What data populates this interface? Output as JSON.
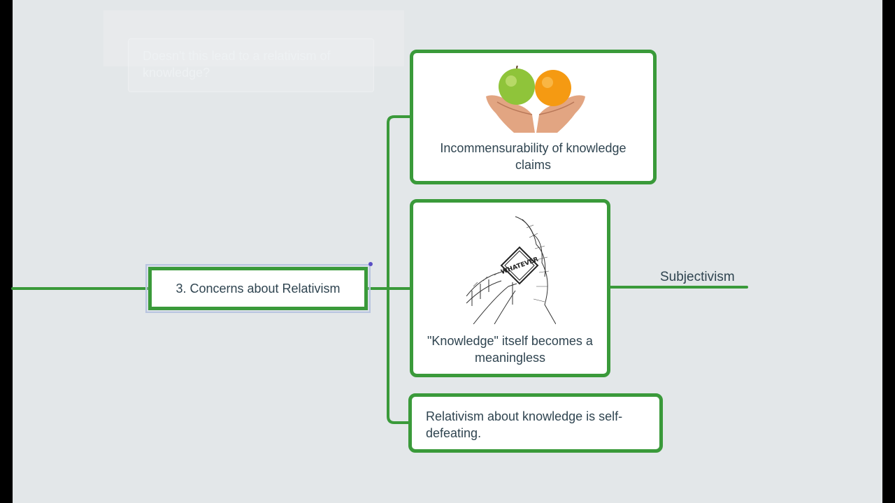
{
  "ghost_node": {
    "text": "Doesn't this lead to a relativism of knowledge?"
  },
  "central_node": {
    "label": "3. Concerns about Relativism"
  },
  "children": [
    {
      "label": "Incommensurability of knowledge claims",
      "image": "apple-orange-in-hands"
    },
    {
      "label": "\"Knowledge\" itself becomes a meaningless",
      "image": "whatever-road-sign-sketch",
      "sign_text": "WHATEVER"
    },
    {
      "label": "Relativism about knowledge is self-defeating."
    }
  ],
  "sub_topic": {
    "label": "Subjectivism"
  },
  "colors": {
    "canvas": "#e3e7e9",
    "branch_green": "#3a9a3a",
    "node_fill": "#ffffff",
    "text": "#2f4450",
    "selection_dot": "#5a4fc4"
  }
}
